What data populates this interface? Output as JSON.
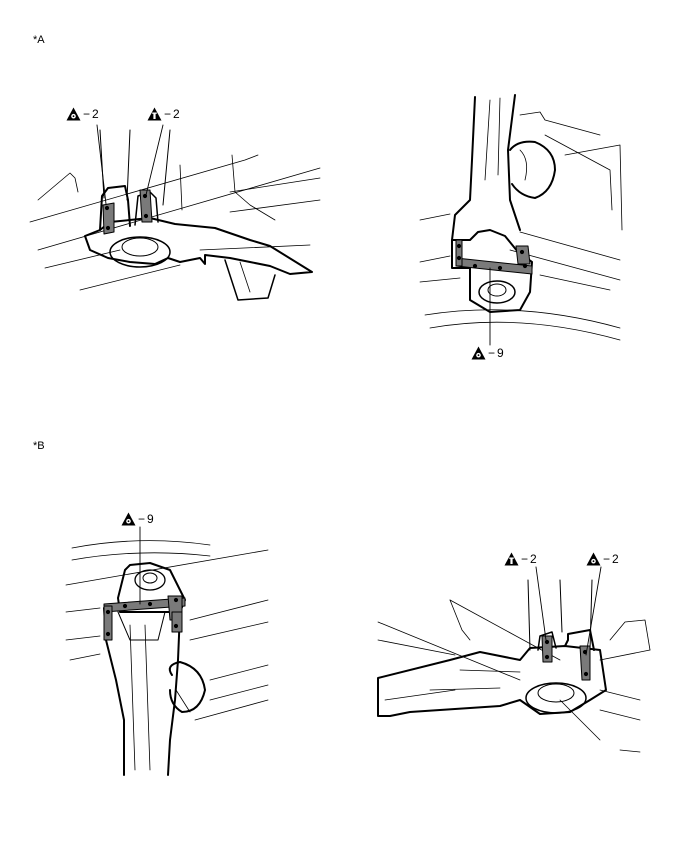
{
  "labels": {
    "section_a": "*A",
    "section_b": "*B"
  },
  "callouts": {
    "a_left_circle": {
      "icon": "triangle-circle-icon",
      "dash": "−",
      "num": "2"
    },
    "a_left_bar": {
      "icon": "triangle-bar-icon",
      "dash": "−",
      "num": "2"
    },
    "a_right_circle": {
      "icon": "triangle-circle-icon",
      "dash": "−",
      "num": "9"
    },
    "b_left_circle": {
      "icon": "triangle-circle-icon",
      "dash": "−",
      "num": "9"
    },
    "b_right_bar": {
      "icon": "triangle-bar-icon",
      "dash": "−",
      "num": "2"
    },
    "b_right_circle": {
      "icon": "triangle-circle-icon",
      "dash": "−",
      "num": "2"
    }
  },
  "colors": {
    "line": "#000000",
    "highlight": "#7a7a7a",
    "background": "#ffffff"
  }
}
